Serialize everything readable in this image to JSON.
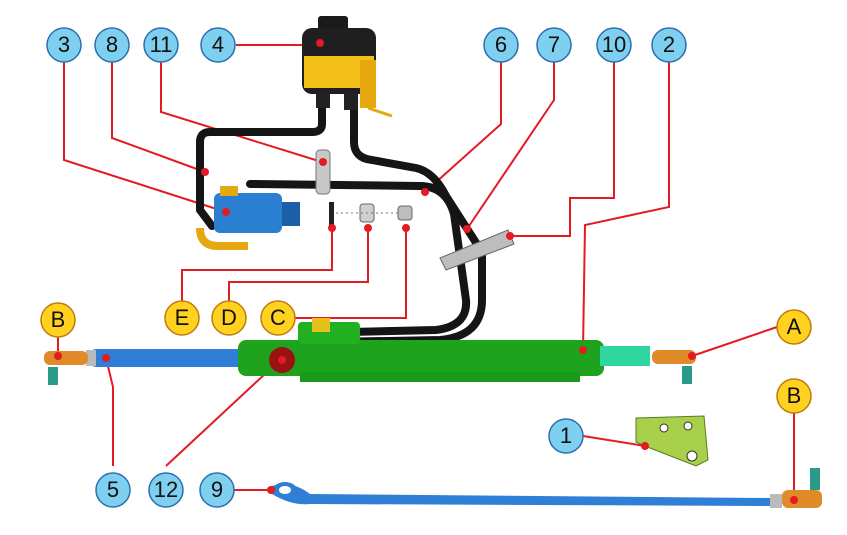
{
  "colors": {
    "blue_callout": "#7fd0f0",
    "yellow_callout": "#ffd21f",
    "leader": "#e31b23",
    "hose": "#151515",
    "cylinder": "#1fa31f",
    "tube_blue": "#2f7fd6",
    "bracket": "#a9d04a",
    "reservoir": "#f2c018",
    "pump": "#2a7fd0",
    "tie_rod_end": "#e08a2a"
  },
  "callouts": {
    "c1": "1",
    "c2": "2",
    "c3": "3",
    "c4": "4",
    "c5": "5",
    "c6": "6",
    "c7": "7",
    "c8": "8",
    "c9": "9",
    "c10": "10",
    "c11": "11",
    "c12": "12",
    "cA": "A",
    "cB_left": "B",
    "cB_right": "B",
    "cC": "C",
    "cD": "D",
    "cE": "E"
  }
}
